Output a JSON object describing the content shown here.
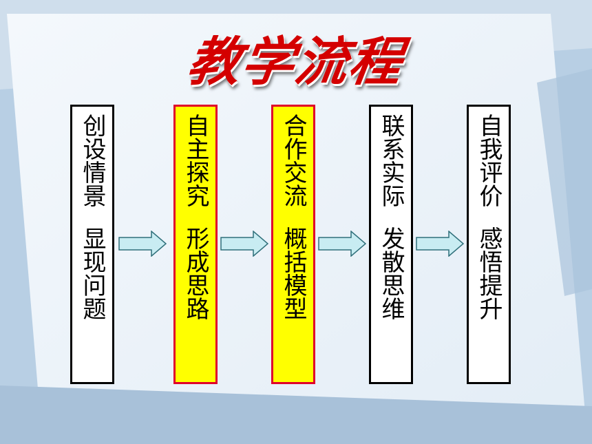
{
  "title": "教学流程",
  "steps": [
    {
      "line1": "创设情景",
      "line2": "显现问题",
      "highlighted": false
    },
    {
      "line1": "自主探究",
      "line2": "形成思路",
      "highlighted": true
    },
    {
      "line1": "合作交流",
      "line2": "概括模型",
      "highlighted": true
    },
    {
      "line1": "联系实际",
      "line2": "发散思维",
      "highlighted": false
    },
    {
      "line1": "自我评价",
      "line2": "感悟提升",
      "highlighted": false
    }
  ],
  "colors": {
    "title": "#d40000",
    "highlight_fill": "#ffff00",
    "highlight_border": "#e0002a",
    "arrow_fill": "#c8ecf2",
    "arrow_stroke": "#2f6f7a"
  }
}
